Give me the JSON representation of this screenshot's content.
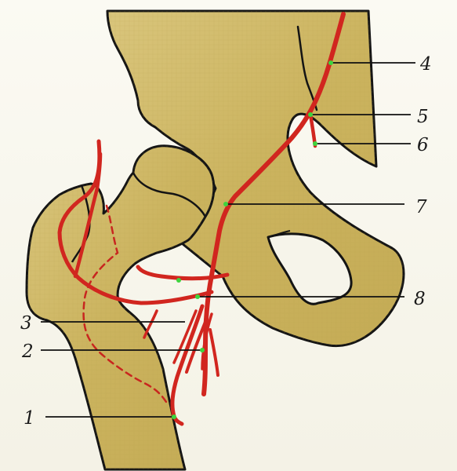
{
  "colors": {
    "bone": "#cdb561",
    "bone_highlight": "#ddc982",
    "outline": "#141414",
    "artery": "#d1261f",
    "marker": "#3ed43e",
    "leader": "#111111",
    "background": "#f6f4ea"
  },
  "labels": [
    {
      "id": "1",
      "text": "1"
    },
    {
      "id": "2",
      "text": "2"
    },
    {
      "id": "3",
      "text": "3"
    },
    {
      "id": "4",
      "text": "4"
    },
    {
      "id": "5",
      "text": "5"
    },
    {
      "id": "6",
      "text": "6"
    },
    {
      "id": "7",
      "text": "7"
    },
    {
      "id": "8",
      "text": "8"
    }
  ]
}
